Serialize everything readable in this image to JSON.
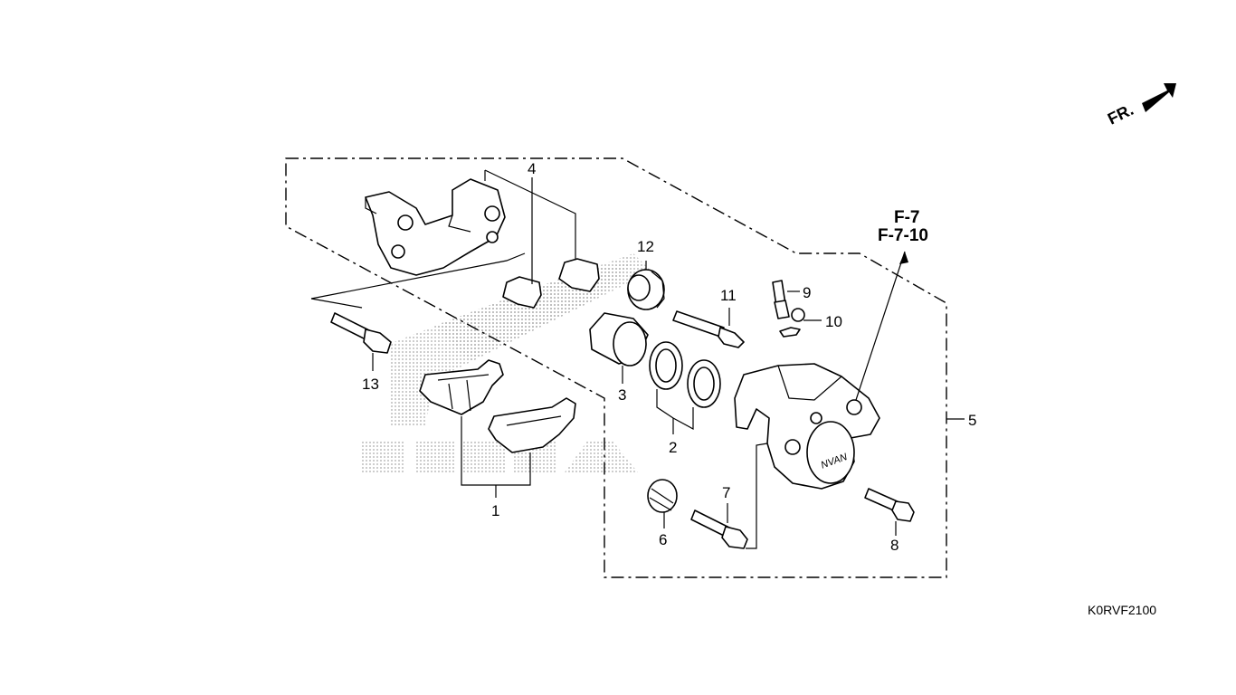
{
  "diagram": {
    "code": "K0RVF2100",
    "direction_label": "FR.",
    "references": [
      "F-7",
      "F-7-10"
    ],
    "callouts": [
      "1",
      "2",
      "3",
      "4",
      "5",
      "6",
      "7",
      "8",
      "9",
      "10",
      "11",
      "12",
      "13"
    ],
    "parts": [
      {
        "number": "1",
        "icon": "brake-pad-set-icon"
      },
      {
        "number": "2",
        "icon": "piston-seal-set-icon"
      },
      {
        "number": "3",
        "icon": "piston-icon"
      },
      {
        "number": "4",
        "icon": "pad-spring-icon"
      },
      {
        "number": "5",
        "icon": "caliper-body-icon"
      },
      {
        "number": "6",
        "icon": "pin-boot-icon"
      },
      {
        "number": "7",
        "icon": "slide-pin-icon"
      },
      {
        "number": "8",
        "icon": "bolt-icon"
      },
      {
        "number": "9",
        "icon": "bleed-valve-icon"
      },
      {
        "number": "10",
        "icon": "bleed-cap-icon"
      },
      {
        "number": "11",
        "icon": "pad-pin-icon"
      },
      {
        "number": "12",
        "icon": "boot-icon"
      },
      {
        "number": "13",
        "icon": "flange-bolt-icon"
      }
    ],
    "watermark": "honda-wing-watermark"
  }
}
